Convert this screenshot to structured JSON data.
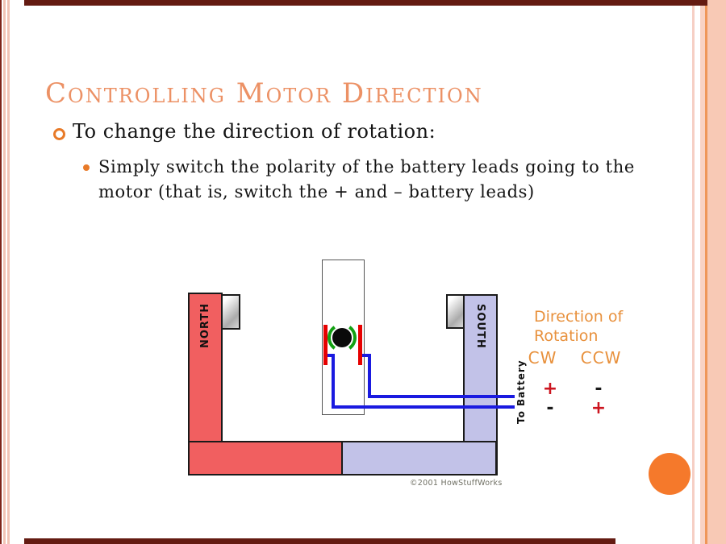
{
  "slide": {
    "title": "Controlling Motor Direction",
    "bullet": "To change the direction of rotation:",
    "sub_bullet_lines": [
      "Simply switch the polarity of the battery leads going to the",
      "motor (that is, switch the + and – battery leads)"
    ]
  },
  "diagram": {
    "north_label": "NORTH",
    "south_label": "SOUTH",
    "to_battery_label": "To Battery",
    "copyright": "©2001 HowStuffWorks"
  },
  "direction_panel": {
    "heading_line1": "Direction of",
    "heading_line2": "Rotation",
    "col1": "CW",
    "col2": "CCW",
    "rows": [
      {
        "cw": "+",
        "ccw": "-"
      },
      {
        "cw": "-",
        "ccw": "+"
      }
    ]
  },
  "colors": {
    "title_orange": "#EC9165",
    "accent_orange": "#F5792B",
    "panel_orange": "#E8913D",
    "plus_red": "#CC1520",
    "north_red": "#F15F60",
    "south_lavender": "#C2C2E8",
    "wire_blue": "#1A1AE0",
    "commutator_green": "#12A012",
    "rule_maroon": "#641B12"
  }
}
